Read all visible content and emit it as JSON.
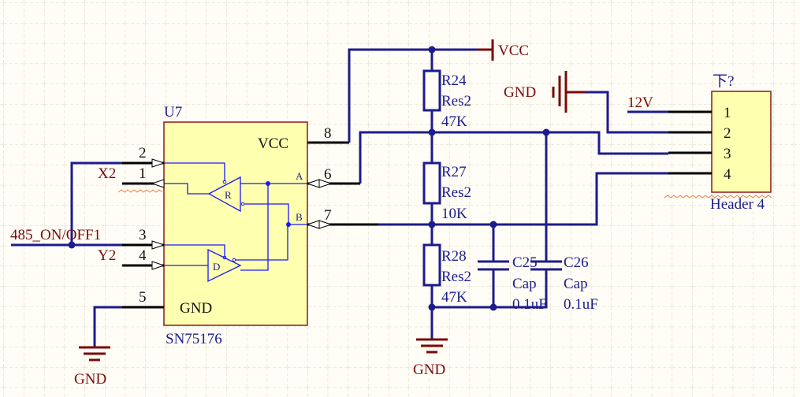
{
  "colors": {
    "wire": "#1c1c8c",
    "power": "#7a0a0a",
    "component_fill": "#ffffb0",
    "background": "#fffdf6"
  },
  "u7": {
    "designator": "U7",
    "part": "SN75176",
    "vcc": "VCC",
    "gnd": "GND",
    "pin_a": "A",
    "pin_b": "B",
    "receiver": "R",
    "driver": "D",
    "pins": {
      "p8": "8",
      "p6": "6",
      "p7": "7",
      "p2": "2",
      "p1": "1",
      "p3": "3",
      "p4": "4",
      "p5": "5"
    }
  },
  "nets": {
    "x2": "X2",
    "y2": "Y2",
    "on_off": "485_ON/OFF1",
    "v12": "12V"
  },
  "power": {
    "vcc": "VCC",
    "gnd_top": "GND",
    "gnd_left": "GND",
    "gnd_mid": "GND"
  },
  "resistors": [
    {
      "ref": "R24",
      "type": "Res2",
      "value": "47K"
    },
    {
      "ref": "R27",
      "type": "Res2",
      "value": "10K"
    },
    {
      "ref": "R28",
      "type": "Res2",
      "value": "47K"
    }
  ],
  "capacitors": [
    {
      "ref": "C25",
      "type": "Cap",
      "value": "0.1uF"
    },
    {
      "ref": "C26",
      "type": "Cap",
      "value": "0.1uF"
    }
  ],
  "header": {
    "designator": "下?",
    "part": "Header 4",
    "pins": [
      "1",
      "2",
      "3",
      "4"
    ]
  }
}
